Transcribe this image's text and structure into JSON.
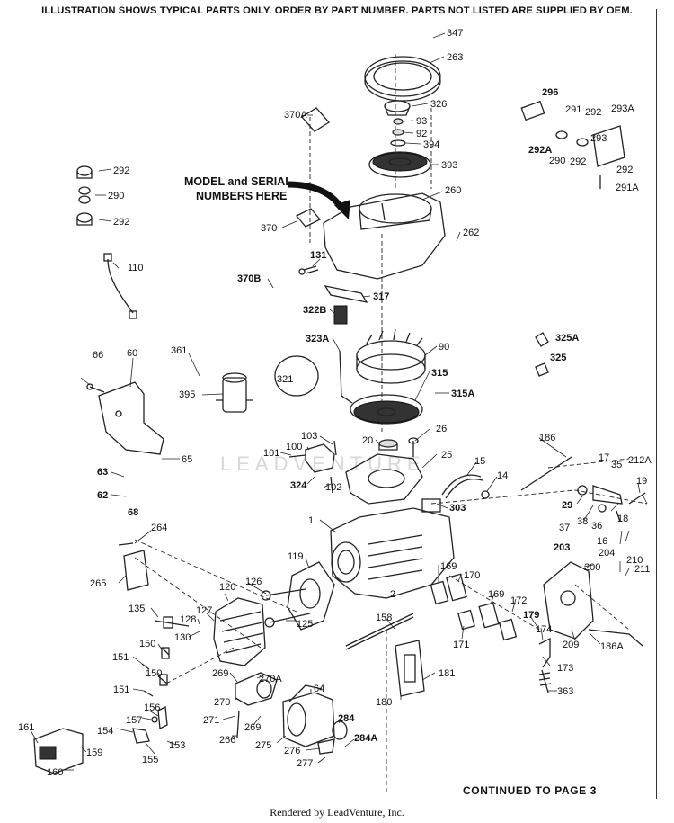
{
  "header": "ILLUSTRATION SHOWS TYPICAL PARTS ONLY. ORDER BY PART NUMBER. PARTS NOT LISTED ARE SUPPLIED BY OEM.",
  "callout": {
    "line1": "MODEL and SERIAL",
    "line2": "NUMBERS HERE"
  },
  "watermark": "LEADVENTURE",
  "footer": {
    "continued": "CONTINUED TO PAGE 3",
    "credit": "Rendered by LeadVenture, Inc."
  },
  "labels": [
    {
      "text": "347",
      "bold": false
    },
    {
      "text": "263",
      "bold": false
    },
    {
      "text": "326",
      "bold": false
    },
    {
      "text": "370A",
      "bold": false
    },
    {
      "text": "93",
      "bold": false
    },
    {
      "text": "92",
      "bold": false
    },
    {
      "text": "394",
      "bold": false
    },
    {
      "text": "393",
      "bold": false
    },
    {
      "text": "260",
      "bold": false
    },
    {
      "text": "370",
      "bold": false
    },
    {
      "text": "262",
      "bold": false
    },
    {
      "text": "131",
      "bold": true
    },
    {
      "text": "370B",
      "bold": true
    },
    {
      "text": "317",
      "bold": true
    },
    {
      "text": "322B",
      "bold": true
    },
    {
      "text": "323A",
      "bold": true
    },
    {
      "text": "90",
      "bold": false
    },
    {
      "text": "321",
      "bold": false
    },
    {
      "text": "315",
      "bold": true
    },
    {
      "text": "315A",
      "bold": true
    },
    {
      "text": "292",
      "bold": false
    },
    {
      "text": "290",
      "bold": false
    },
    {
      "text": "292",
      "bold": false
    },
    {
      "text": "110",
      "bold": false
    },
    {
      "text": "296",
      "bold": true
    },
    {
      "text": "291",
      "bold": false
    },
    {
      "text": "292",
      "bold": false
    },
    {
      "text": "293A",
      "bold": false
    },
    {
      "text": "292A",
      "bold": true
    },
    {
      "text": "293",
      "bold": false
    },
    {
      "text": "290",
      "bold": false
    },
    {
      "text": "292",
      "bold": false
    },
    {
      "text": "292",
      "bold": false
    },
    {
      "text": "291A",
      "bold": false
    },
    {
      "text": "325A",
      "bold": true
    },
    {
      "text": "325",
      "bold": true
    },
    {
      "text": "66",
      "bold": false
    },
    {
      "text": "60",
      "bold": false
    },
    {
      "text": "361",
      "bold": false
    },
    {
      "text": "395",
      "bold": false
    },
    {
      "text": "65",
      "bold": false
    },
    {
      "text": "63",
      "bold": true
    },
    {
      "text": "62",
      "bold": true
    },
    {
      "text": "68",
      "bold": true
    },
    {
      "text": "103",
      "bold": false
    },
    {
      "text": "20",
      "bold": false
    },
    {
      "text": "26",
      "bold": false
    },
    {
      "text": "101",
      "bold": false
    },
    {
      "text": "100",
      "bold": false
    },
    {
      "text": "25",
      "bold": false
    },
    {
      "text": "324",
      "bold": true
    },
    {
      "text": "102",
      "bold": false
    },
    {
      "text": "15",
      "bold": false
    },
    {
      "text": "14",
      "bold": false
    },
    {
      "text": "303",
      "bold": true
    },
    {
      "text": "186",
      "bold": false
    },
    {
      "text": "17",
      "bold": false
    },
    {
      "text": "35",
      "bold": false
    },
    {
      "text": "212A",
      "bold": false
    },
    {
      "text": "19",
      "bold": false
    },
    {
      "text": "29",
      "bold": true
    },
    {
      "text": "37",
      "bold": false
    },
    {
      "text": "38",
      "bold": false
    },
    {
      "text": "36",
      "bold": false
    },
    {
      "text": "18",
      "bold": false
    },
    {
      "text": "16",
      "bold": false
    },
    {
      "text": "203",
      "bold": true
    },
    {
      "text": "204",
      "bold": false
    },
    {
      "text": "1",
      "bold": false
    },
    {
      "text": "264",
      "bold": false
    },
    {
      "text": "119",
      "bold": false
    },
    {
      "text": "169",
      "bold": false
    },
    {
      "text": "170",
      "bold": false
    },
    {
      "text": "210",
      "bold": false
    },
    {
      "text": "211",
      "bold": false
    },
    {
      "text": "200",
      "bold": false
    },
    {
      "text": "265",
      "bold": false
    },
    {
      "text": "126",
      "bold": false
    },
    {
      "text": "2",
      "bold": false
    },
    {
      "text": "120",
      "bold": false
    },
    {
      "text": "169",
      "bold": false
    },
    {
      "text": "172",
      "bold": false
    },
    {
      "text": "135",
      "bold": false
    },
    {
      "text": "127",
      "bold": false
    },
    {
      "text": "128",
      "bold": false
    },
    {
      "text": "125",
      "bold": false
    },
    {
      "text": "158",
      "bold": false
    },
    {
      "text": "179",
      "bold": true
    },
    {
      "text": "174",
      "bold": false
    },
    {
      "text": "130",
      "bold": false
    },
    {
      "text": "171",
      "bold": false
    },
    {
      "text": "209",
      "bold": false
    },
    {
      "text": "186A",
      "bold": false
    },
    {
      "text": "150",
      "bold": false
    },
    {
      "text": "151",
      "bold": false
    },
    {
      "text": "150",
      "bold": false
    },
    {
      "text": "269",
      "bold": false
    },
    {
      "text": "270A",
      "bold": false
    },
    {
      "text": "173",
      "bold": false
    },
    {
      "text": "181",
      "bold": false
    },
    {
      "text": "180",
      "bold": false
    },
    {
      "text": "64",
      "bold": false
    },
    {
      "text": "151",
      "bold": false
    },
    {
      "text": "270",
      "bold": false
    },
    {
      "text": "156",
      "bold": false
    },
    {
      "text": "363",
      "bold": false
    },
    {
      "text": "271",
      "bold": false
    },
    {
      "text": "157",
      "bold": false
    },
    {
      "text": "161",
      "bold": false
    },
    {
      "text": "154",
      "bold": false
    },
    {
      "text": "284",
      "bold": true
    },
    {
      "text": "269",
      "bold": false
    },
    {
      "text": "159",
      "bold": false
    },
    {
      "text": "266",
      "bold": false
    },
    {
      "text": "275",
      "bold": false
    },
    {
      "text": "153",
      "bold": false
    },
    {
      "text": "284A",
      "bold": true
    },
    {
      "text": "155",
      "bold": false
    },
    {
      "text": "276",
      "bold": false
    },
    {
      "text": "160",
      "bold": false
    },
    {
      "text": "277",
      "bold": false
    }
  ]
}
